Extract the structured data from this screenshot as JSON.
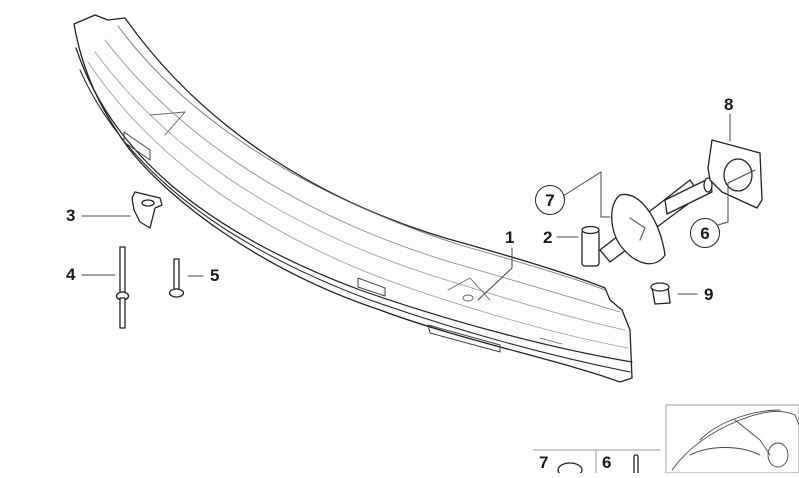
{
  "diagram": {
    "description": "Exploded parts diagram: front bumper carrier/reinforcement with mounting parts",
    "callouts": [
      {
        "id": "1",
        "label": "1",
        "part": "bumper-carrier",
        "circled": false
      },
      {
        "id": "2",
        "label": "2",
        "part": "bushing-sleeve",
        "circled": false
      },
      {
        "id": "3",
        "label": "3",
        "part": "bracket-clip",
        "circled": false
      },
      {
        "id": "4",
        "label": "4",
        "part": "stud-bolt",
        "circled": false
      },
      {
        "id": "5",
        "label": "5",
        "part": "screw",
        "circled": false
      },
      {
        "id": "6",
        "label": "6",
        "part": "gasket-ring",
        "circled": true
      },
      {
        "id": "7",
        "label": "7",
        "part": "flange-nut",
        "circled": true
      },
      {
        "id": "8",
        "label": "8",
        "part": "mounting-plate-gasket",
        "circled": false
      },
      {
        "id": "9",
        "label": "9",
        "part": "cap",
        "circled": false
      }
    ],
    "thumbnails": [
      {
        "label": "7",
        "part": "nut"
      },
      {
        "label": "6",
        "part": "pin"
      }
    ],
    "vehicle_thumbnail": "car-outline"
  }
}
